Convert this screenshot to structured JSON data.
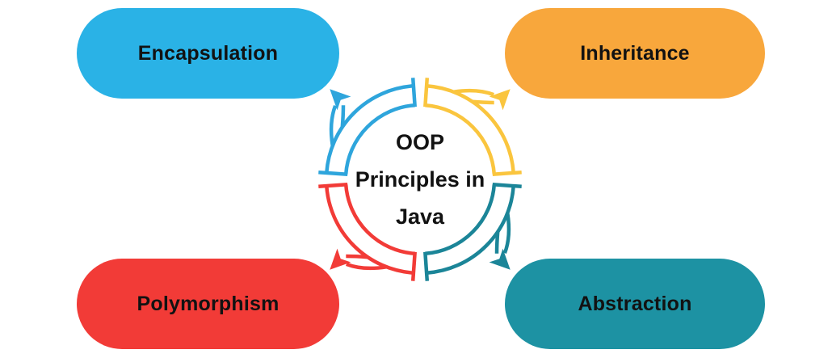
{
  "diagram_type": "cycle-diagram",
  "background": "#ffffff",
  "text_color": "#121212",
  "center_title": {
    "line1": "OOP",
    "line2": "Principles in",
    "line3": "Java"
  },
  "principles": {
    "encapsulation": {
      "label": "Encapsulation",
      "color": "#2AB2E6",
      "position": "top-left"
    },
    "inheritance": {
      "label": "Inheritance",
      "color": "#F8A73C",
      "position": "top-right"
    },
    "polymorphism": {
      "label": "Polymorphism",
      "color": "#F23B37",
      "position": "bottom-left"
    },
    "abstraction": {
      "label": "Abstraction",
      "color": "#1D92A3",
      "position": "bottom-right"
    }
  },
  "cycle": {
    "description": "Four hollow quarter-ring arrow segments around the center title, each arrowhead pointing diagonally outward to its pill",
    "segments": [
      {
        "name": "encapsulation-arrow",
        "color": "#2EA5DC",
        "start": 274,
        "end": 356,
        "arrow": 315,
        "points_to": "Encapsulation"
      },
      {
        "name": "inheritance-arrow",
        "color": "#FAC53E",
        "start": 4,
        "end": 86,
        "arrow": 45,
        "points_to": "Inheritance"
      },
      {
        "name": "abstraction-arrow",
        "color": "#1B8598",
        "start": 94,
        "end": 176,
        "arrow": 135,
        "points_to": "Abstraction"
      },
      {
        "name": "polymorphism-arrow",
        "color": "#F23B37",
        "start": 184,
        "end": 266,
        "arrow": 225,
        "points_to": "Polymorphism"
      }
    ]
  }
}
